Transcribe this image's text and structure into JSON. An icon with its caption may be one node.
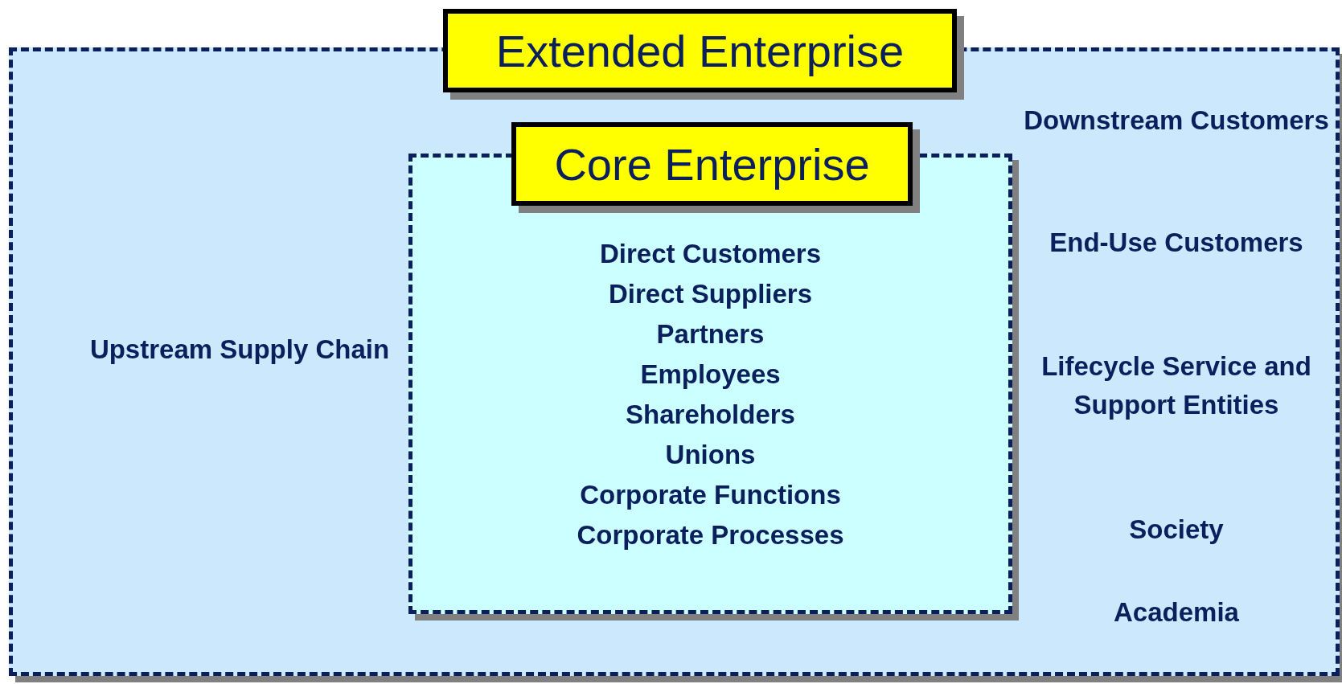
{
  "diagram": {
    "nodes": [
      {
        "text": [
          "Extended Enterprise",
          "Upstream Supply Chain",
          "Downstream Customers",
          "End-Use Customers",
          "Lifecycle Service and Support Entities",
          "Society",
          "Academia"
        ]
      },
      {
        "text": [
          "Core Enterprise",
          "Direct Customers",
          "Direct Suppliers",
          "Partners",
          "Employees",
          "Shareholders",
          "Unions",
          "Corporate Functions",
          "Corporate Processes"
        ],
        "in": 0
      }
    ]
  }
}
